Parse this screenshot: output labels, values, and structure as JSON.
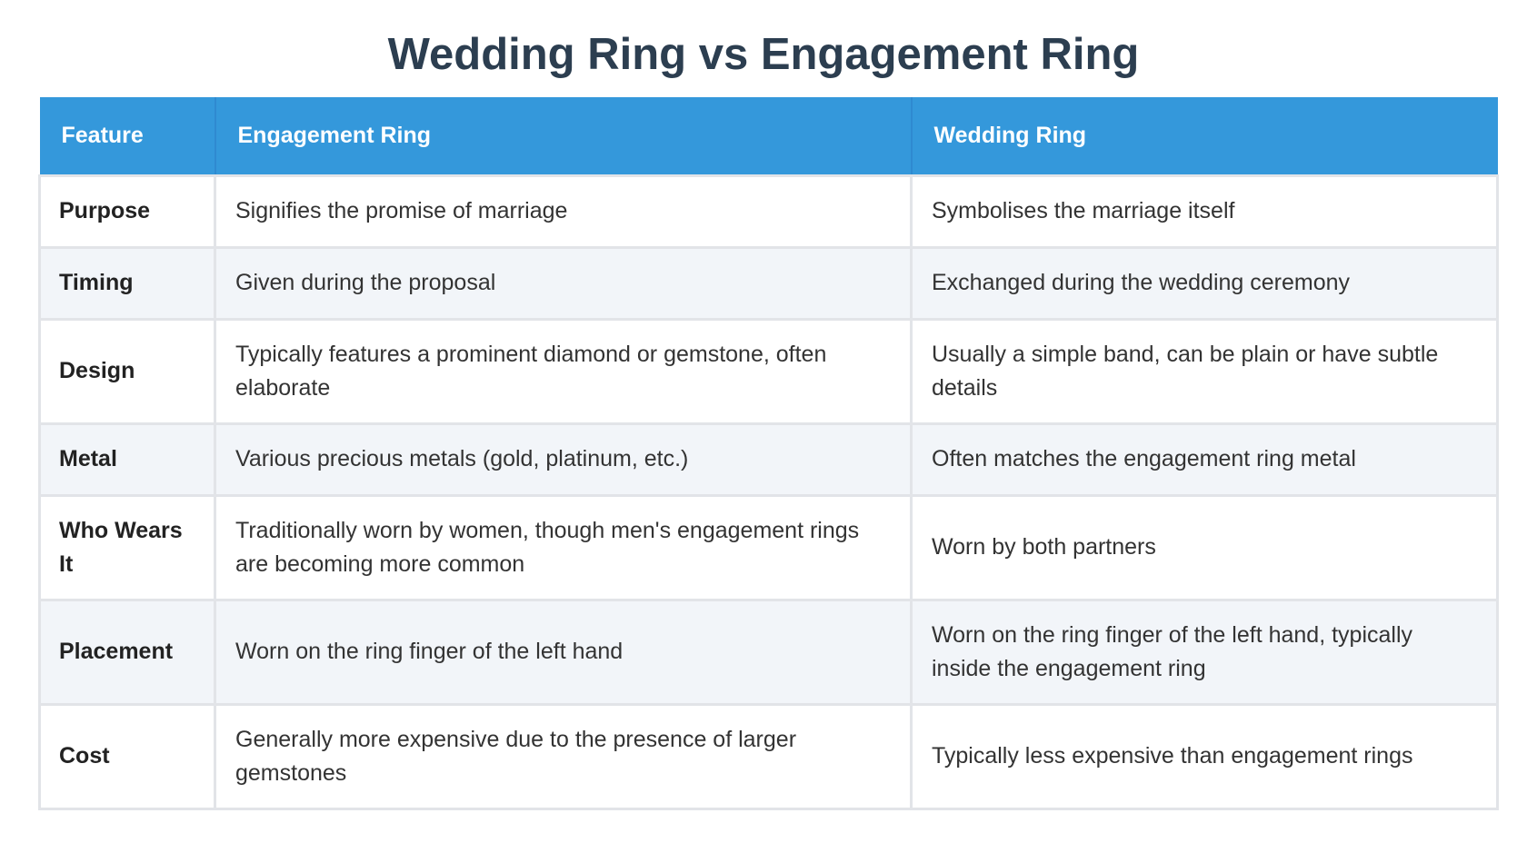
{
  "title": "Wedding Ring vs Engagement Ring",
  "table": {
    "headers": [
      "Feature",
      "Engagement Ring",
      "Wedding Ring"
    ],
    "rows": [
      {
        "feature": "Purpose",
        "engagement": "Signifies the promise of marriage",
        "wedding": "Symbolises the marriage itself"
      },
      {
        "feature": "Timing",
        "engagement": "Given during the proposal",
        "wedding": "Exchanged during the wedding ceremony"
      },
      {
        "feature": "Design",
        "engagement": "Typically features a prominent diamond or gemstone, often elaborate",
        "wedding": "Usually a simple band, can be plain or have subtle details"
      },
      {
        "feature": "Metal",
        "engagement": "Various precious metals (gold, platinum, etc.)",
        "wedding": "Often matches the engagement ring metal"
      },
      {
        "feature": "Who Wears It",
        "engagement": "Traditionally worn by women, though men's engagement rings are becoming more common",
        "wedding": "Worn by both partners"
      },
      {
        "feature": "Placement",
        "engagement": "Worn on the ring finger of the left hand",
        "wedding": "Worn on the ring finger of the left hand, typically inside the engagement ring"
      },
      {
        "feature": "Cost",
        "engagement": "Generally more expensive due to the presence of larger gemstones",
        "wedding": "Typically less expensive than engagement rings"
      }
    ]
  },
  "colors": {
    "title": "#2c3e50",
    "header_bg": "#3498db",
    "header_text": "#ffffff",
    "alt_row_bg": "#f2f5f9",
    "border": "#e2e4e8"
  }
}
